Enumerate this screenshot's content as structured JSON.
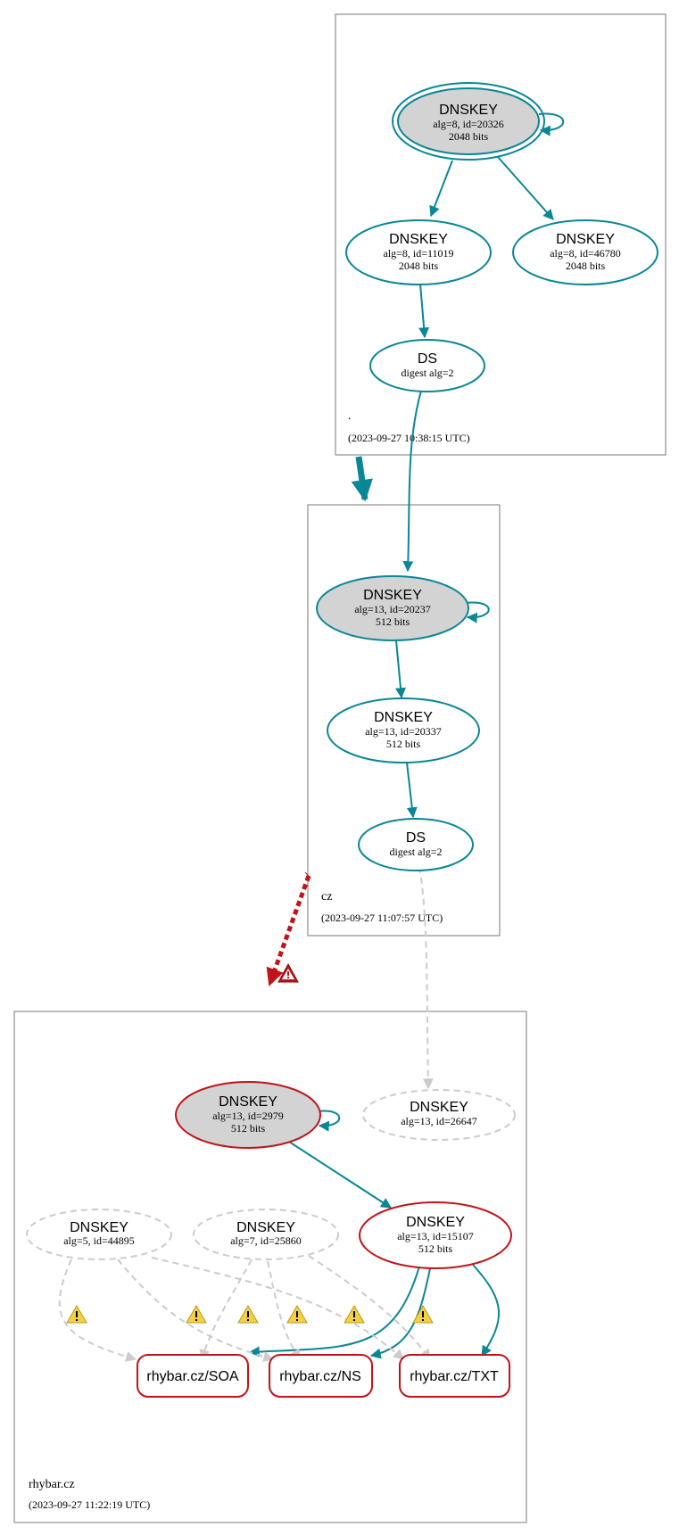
{
  "colors": {
    "secure": "#0a8796",
    "bogus": "#c0141a",
    "insecure_dashed": "#cccccc",
    "sep_fill": "#d3d3d3",
    "warning_fill": "#f5d142"
  },
  "zones": {
    "root": {
      "name": ".",
      "timestamp": "(2023-09-27 10:38:15 UTC)"
    },
    "cz": {
      "name": "cz",
      "timestamp": "(2023-09-27 11:07:57 UTC)"
    },
    "rhybar": {
      "name": "rhybar.cz",
      "timestamp": "(2023-09-27 11:22:19 UTC)"
    }
  },
  "nodes": {
    "root_ksk": {
      "type": "DNSKEY",
      "l1": "alg=8, id=20326",
      "l2": "2048 bits"
    },
    "root_zsk1": {
      "type": "DNSKEY",
      "l1": "alg=8, id=11019",
      "l2": "2048 bits"
    },
    "root_zsk2": {
      "type": "DNSKEY",
      "l1": "alg=8, id=46780",
      "l2": "2048 bits"
    },
    "root_ds": {
      "type": "DS",
      "l1": "digest alg=2"
    },
    "cz_ksk": {
      "type": "DNSKEY",
      "l1": "alg=13, id=20237",
      "l2": "512 bits"
    },
    "cz_zsk": {
      "type": "DNSKEY",
      "l1": "alg=13, id=20337",
      "l2": "512 bits"
    },
    "cz_ds": {
      "type": "DS",
      "l1": "digest alg=2"
    },
    "rh_ksk": {
      "type": "DNSKEY",
      "l1": "alg=13, id=2979",
      "l2": "512 bits"
    },
    "rh_missing": {
      "type": "DNSKEY",
      "l1": "alg=13, id=26647"
    },
    "rh_zsk": {
      "type": "DNSKEY",
      "l1": "alg=13, id=15107",
      "l2": "512 bits"
    },
    "rh_alg5": {
      "type": "DNSKEY",
      "l1": "alg=5, id=44895"
    },
    "rh_alg7": {
      "type": "DNSKEY",
      "l1": "alg=7, id=25860"
    }
  },
  "rrsets": {
    "soa": "rhybar.cz/SOA",
    "ns": "rhybar.cz/NS",
    "txt": "rhybar.cz/TXT"
  },
  "icons": {
    "warning": "warning-icon",
    "error": "error-icon"
  }
}
